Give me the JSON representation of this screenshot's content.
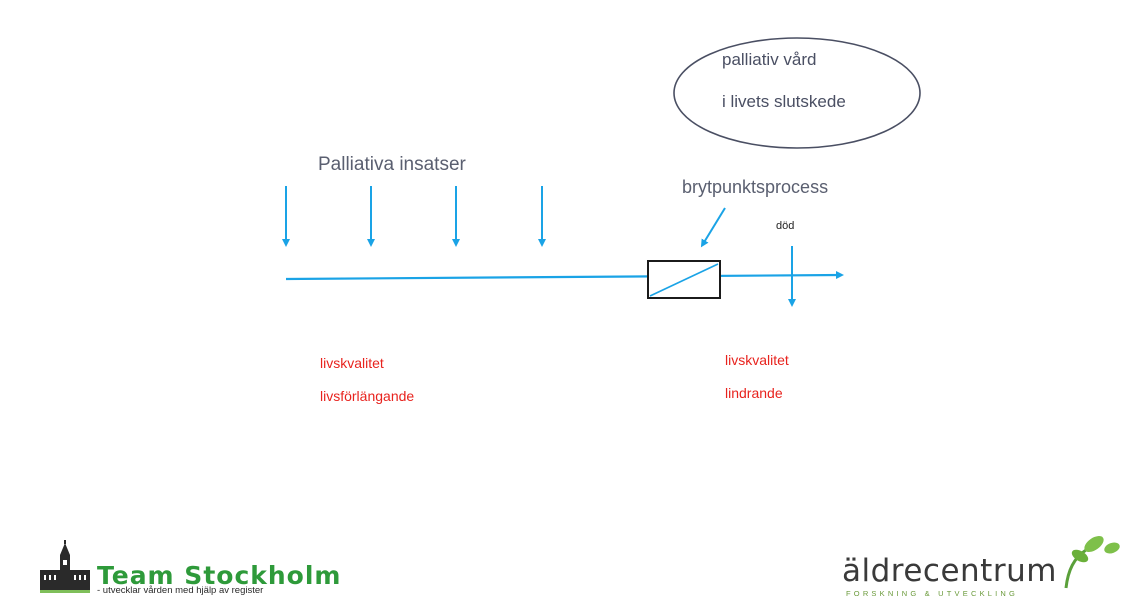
{
  "ellipse": {
    "line1": "palliativ vård",
    "line2": "i livets slutskede"
  },
  "interventions_label": "Palliativa insatser",
  "breakpoint_label": "brytpunktsprocess",
  "death_label": "död",
  "left_outcomes": {
    "line1": "livskvalitet",
    "line2": "livsförlängande"
  },
  "right_outcomes": {
    "line1": "livskvalitet",
    "line2": "lindrande"
  },
  "logo_left": {
    "title": "Team Stockholm",
    "subtitle": "- utvecklar vården med hjälp av register"
  },
  "logo_right": {
    "title": "äldrecentrum",
    "subtitle": "FORSKNING & UTVECKLING"
  },
  "colors": {
    "arrow": "#1aa3e6",
    "text_red": "#e8231e",
    "logo_green": "#2e9a3a",
    "ellipse_stroke": "#4a4f63"
  }
}
